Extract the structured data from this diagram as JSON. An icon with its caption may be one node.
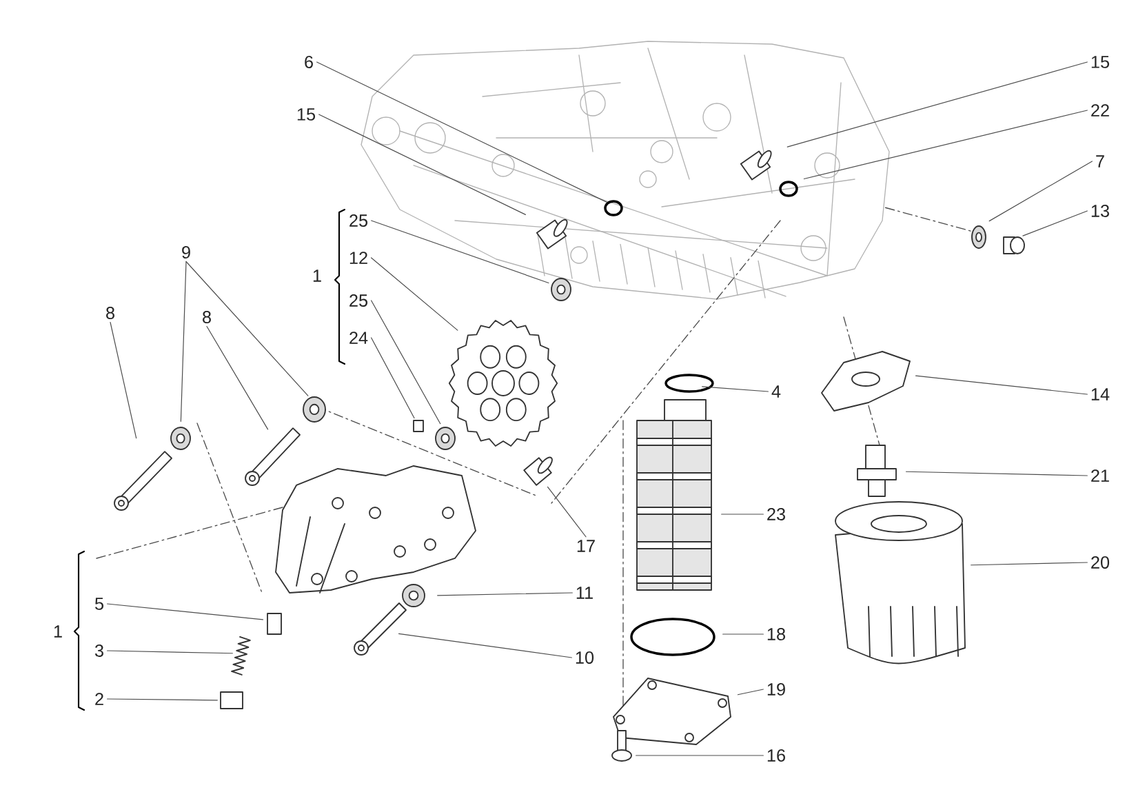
{
  "diagram": {
    "nodes": [
      {
        "text": [
          "6"
        ]
      },
      {
        "text": [
          "15"
        ]
      },
      {
        "text": [
          "15"
        ]
      },
      {
        "text": [
          "22"
        ]
      },
      {
        "text": [
          "7"
        ]
      },
      {
        "text": [
          "13"
        ]
      },
      {
        "text": [
          "25"
        ]
      },
      {
        "text": [
          "12"
        ]
      },
      {
        "text": [
          "25"
        ]
      },
      {
        "text": [
          "24"
        ]
      },
      {
        "text": [
          "9"
        ]
      },
      {
        "text": [
          "8"
        ]
      },
      {
        "text": [
          "8"
        ]
      },
      {
        "text": [
          "4"
        ]
      },
      {
        "text": [
          "14"
        ]
      },
      {
        "text": [
          "21"
        ]
      },
      {
        "text": [
          "23"
        ]
      },
      {
        "text": [
          "20"
        ]
      },
      {
        "text": [
          "17"
        ]
      },
      {
        "text": [
          "11"
        ]
      },
      {
        "text": [
          "10"
        ]
      },
      {
        "text": [
          "18"
        ]
      },
      {
        "text": [
          "19"
        ]
      },
      {
        "text": [
          "16"
        ]
      },
      {
        "text": [
          "5"
        ]
      },
      {
        "text": [
          "3"
        ]
      },
      {
        "text": [
          "2"
        ]
      }
    ],
    "edges": [
      {
        "from": 0,
        "to": null,
        "arrow": "none"
      },
      {
        "from": 1,
        "to": null,
        "arrow": "none"
      },
      {
        "from": 2,
        "to": null,
        "arrow": "none"
      },
      {
        "from": 3,
        "to": null,
        "arrow": "none"
      },
      {
        "from": 4,
        "to": null,
        "arrow": "none"
      },
      {
        "from": 5,
        "to": null,
        "arrow": "none"
      },
      {
        "from": 6,
        "to": null,
        "arrow": "none"
      },
      {
        "from": 7,
        "to": null,
        "arrow": "none"
      },
      {
        "from": 8,
        "to": null,
        "arrow": "none"
      },
      {
        "from": 9,
        "to": null,
        "arrow": "none"
      },
      {
        "from": 10,
        "to": null,
        "arrow": "none"
      },
      {
        "from": 10,
        "to": null,
        "arrow": "none"
      },
      {
        "from": 11,
        "to": null,
        "arrow": "none"
      },
      {
        "from": 12,
        "to": null,
        "arrow": "none"
      },
      {
        "from": 13,
        "to": null,
        "arrow": "none"
      },
      {
        "from": 14,
        "to": null,
        "arrow": "none"
      },
      {
        "from": 15,
        "to": null,
        "arrow": "none"
      },
      {
        "from": 16,
        "to": null,
        "arrow": "none"
      },
      {
        "from": 17,
        "to": null,
        "arrow": "none"
      },
      {
        "from": 18,
        "to": null,
        "arrow": "none"
      },
      {
        "from": 19,
        "to": null,
        "arrow": "none"
      },
      {
        "from": 20,
        "to": null,
        "arrow": "none"
      },
      {
        "from": 21,
        "to": null,
        "arrow": "none"
      },
      {
        "from": 22,
        "to": null,
        "arrow": "none"
      },
      {
        "from": 23,
        "to": null,
        "arrow": "none"
      },
      {
        "from": 24,
        "to": null,
        "arrow": "none"
      },
      {
        "from": 25,
        "to": null,
        "arrow": "none"
      },
      {
        "from": 26,
        "to": null,
        "arrow": "none"
      }
    ],
    "labels": [
      "1",
      "1"
    ]
  }
}
